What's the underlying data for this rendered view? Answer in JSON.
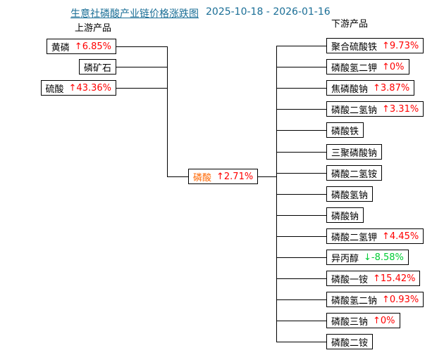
{
  "title": {
    "text": "生意社磷酸产业链价格涨跌图",
    "date_range": "2025-10-18 - 2026-01-16"
  },
  "headers": {
    "upstream": "上游产品",
    "downstream": "下游产品"
  },
  "center": {
    "name": "磷酸",
    "direction": "up",
    "change": "2.71%"
  },
  "upstream": [
    {
      "name": "黄磷",
      "direction": "up",
      "change": "6.85%"
    },
    {
      "name": "磷矿石",
      "direction": null,
      "change": null
    },
    {
      "name": "硫酸",
      "direction": "up",
      "change": "43.36%"
    }
  ],
  "downstream": [
    {
      "name": "聚合硫酸铁",
      "direction": "up",
      "change": "9.73%"
    },
    {
      "name": "磷酸氢二钾",
      "direction": "up",
      "change": "0%"
    },
    {
      "name": "焦磷酸钠",
      "direction": "up",
      "change": "3.87%"
    },
    {
      "name": "磷酸二氢钠",
      "direction": "up",
      "change": "3.31%"
    },
    {
      "name": "磷酸铁",
      "direction": null,
      "change": null
    },
    {
      "name": "三聚磷酸钠",
      "direction": null,
      "change": null
    },
    {
      "name": "磷酸二氢铵",
      "direction": null,
      "change": null
    },
    {
      "name": "磷酸氢钠",
      "direction": null,
      "change": null
    },
    {
      "name": "磷酸钠",
      "direction": null,
      "change": null
    },
    {
      "name": "磷酸二氢钾",
      "direction": "up",
      "change": "4.45%"
    },
    {
      "name": "异丙醇",
      "direction": "down",
      "change": "-8.58%"
    },
    {
      "name": "磷酸一铵",
      "direction": "up",
      "change": "15.42%"
    },
    {
      "name": "磷酸氢二钠",
      "direction": "up",
      "change": "0.93%"
    },
    {
      "name": "磷酸三钠",
      "direction": "up",
      "change": "0%"
    },
    {
      "name": "磷酸二铵",
      "direction": null,
      "change": null
    }
  ],
  "icons": {
    "up_arrow": "↑",
    "down_arrow": "↓"
  },
  "colors": {
    "up": "#FF0000",
    "down": "#00CC33",
    "center_name": "#FF6600",
    "title": "#1A6E96",
    "line": "#000000"
  }
}
